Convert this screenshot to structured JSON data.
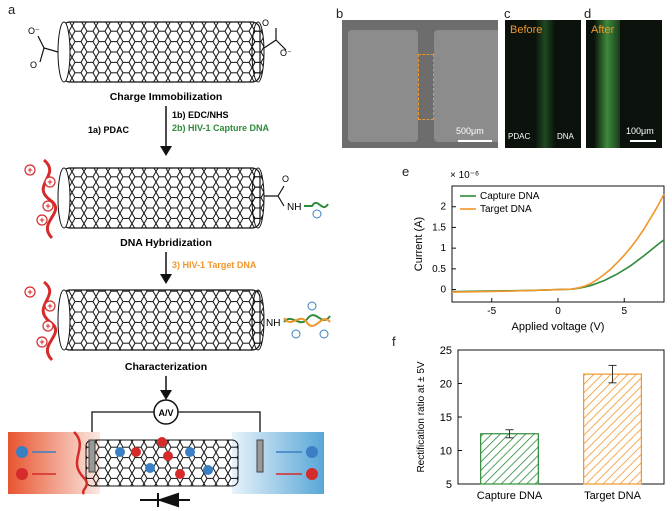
{
  "panels": {
    "a": "a",
    "b": "b",
    "c": "c",
    "d": "d",
    "e": "e",
    "f": "f"
  },
  "schematic": {
    "stage1": "Charge Immobilization",
    "step1a": "1a) PDAC",
    "step1b": "1b) EDC/NHS",
    "step2b": "2b) HIV-1 Capture DNA",
    "stage2": "DNA Hybridization",
    "step3": "3) HIV-1 Target DNA",
    "stage3": "Characterization",
    "meter": "A/V",
    "nh": "NH",
    "ominus": "O⁻",
    "o": "O"
  },
  "micro": {
    "scale_b": "500μm",
    "before": "Before",
    "after": "After",
    "pdac": "PDAC",
    "dna": "DNA",
    "scale_d": "100μm"
  },
  "colors": {
    "green": "#2e8b3a",
    "orange": "#f0962a",
    "red": "#d52b2b",
    "blue": "#3a7fc4"
  },
  "chart_data": [
    {
      "type": "line",
      "xlabel": "Applied voltage (V)",
      "ylabel": "Current (A)",
      "multiplier": "× 10⁻⁶",
      "xlim": [
        -8,
        8
      ],
      "ylim": [
        -0.3,
        2.5
      ],
      "xticks": [
        -5,
        0,
        5
      ],
      "yticks": [
        0,
        0.5,
        1,
        1.5,
        2
      ],
      "legend": "top-left",
      "series": [
        {
          "name": "Capture DNA",
          "color": "#2e8b3a",
          "x": [
            -8,
            -6,
            -4,
            -2,
            0,
            1,
            1.5,
            2,
            2.5,
            3,
            3.5,
            4,
            4.5,
            5,
            5.5,
            6,
            6.5,
            7,
            7.5,
            8
          ],
          "y": [
            -0.05,
            -0.04,
            -0.03,
            -0.02,
            0,
            0.01,
            0.03,
            0.06,
            0.1,
            0.16,
            0.22,
            0.3,
            0.38,
            0.48,
            0.58,
            0.7,
            0.82,
            0.95,
            1.08,
            1.2
          ]
        },
        {
          "name": "Target DNA",
          "color": "#f0962a",
          "x": [
            -8,
            -6,
            -4,
            -2,
            0,
            1,
            1.5,
            2,
            2.5,
            3,
            3.5,
            4,
            4.5,
            5,
            5.5,
            6,
            6.5,
            7,
            7.5,
            8
          ],
          "y": [
            -0.06,
            -0.05,
            -0.04,
            -0.02,
            0,
            0.01,
            0.04,
            0.08,
            0.15,
            0.25,
            0.37,
            0.5,
            0.66,
            0.83,
            1.02,
            1.23,
            1.47,
            1.73,
            2.0,
            2.3
          ]
        }
      ]
    },
    {
      "type": "bar",
      "ylabel": "Rectification ratio at ± 5V",
      "categories": [
        "Capture DNA",
        "Target DNA"
      ],
      "values": [
        12.5,
        21.4
      ],
      "errors": [
        0.6,
        1.3
      ],
      "ylim": [
        5,
        25
      ],
      "yticks": [
        5,
        10,
        15,
        20,
        25
      ]
    }
  ]
}
